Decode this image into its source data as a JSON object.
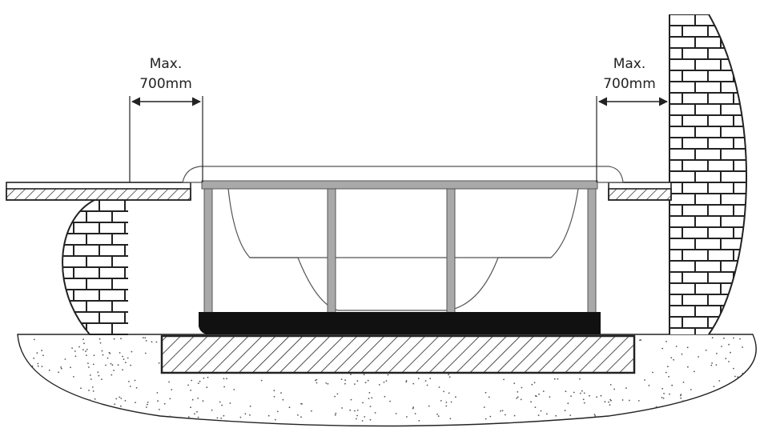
{
  "dimensions": {
    "left": {
      "line1": "Max.",
      "line2": "700mm"
    },
    "right": {
      "line1": "Max.",
      "line2": "700mm"
    }
  },
  "colors": {
    "line": "#222222",
    "frame": "#a9a9a9",
    "base": "#111111",
    "ground_dots": "#555555"
  }
}
